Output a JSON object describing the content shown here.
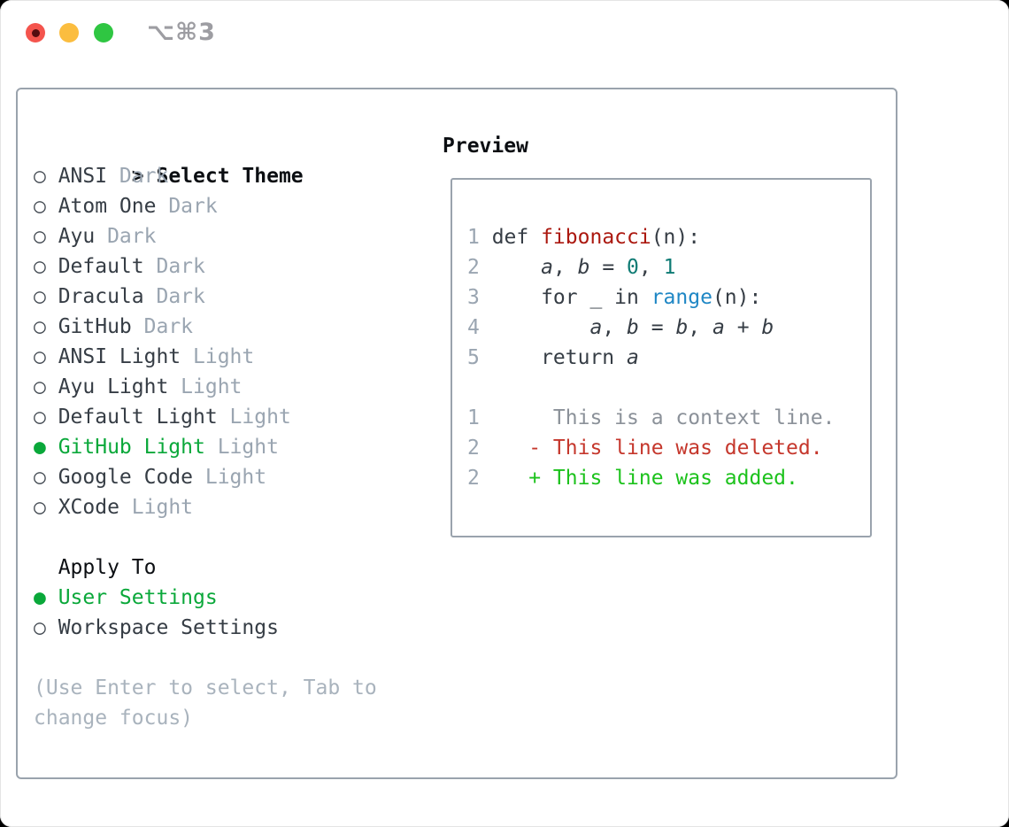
{
  "titlebar": {
    "shortcut": "⌥⌘3"
  },
  "icons": {
    "radio_selected": "●",
    "radio_unselected": "○",
    "prompt_caret": ">"
  },
  "theme_section": {
    "title": "Select Theme",
    "items": [
      {
        "label": "ANSI",
        "variant": "Dark",
        "selected": false
      },
      {
        "label": "Atom One",
        "variant": "Dark",
        "selected": false
      },
      {
        "label": "Ayu",
        "variant": "Dark",
        "selected": false
      },
      {
        "label": "Default",
        "variant": "Dark",
        "selected": false
      },
      {
        "label": "Dracula",
        "variant": "Dark",
        "selected": false
      },
      {
        "label": "GitHub",
        "variant": "Dark",
        "selected": false
      },
      {
        "label": "ANSI Light",
        "variant": "Light",
        "selected": false
      },
      {
        "label": "Ayu Light",
        "variant": "Light",
        "selected": false
      },
      {
        "label": "Default Light",
        "variant": "Light",
        "selected": false
      },
      {
        "label": "GitHub Light",
        "variant": "Light",
        "selected": true
      },
      {
        "label": "Google Code",
        "variant": "Light",
        "selected": false
      },
      {
        "label": "XCode",
        "variant": "Light",
        "selected": false
      }
    ]
  },
  "apply_section": {
    "title": "Apply To",
    "options": [
      {
        "label": "User Settings",
        "selected": true
      },
      {
        "label": "Workspace Settings",
        "selected": false
      }
    ]
  },
  "help": "(Use Enter to select, Tab to change focus)",
  "preview": {
    "title": "Preview",
    "lines": [
      {
        "n": "1",
        "segs": [
          {
            "t": "def ",
            "s": "code"
          },
          {
            "t": "fibonacci",
            "s": "func"
          },
          {
            "t": "(n):",
            "s": "code"
          }
        ]
      },
      {
        "n": "2",
        "segs": [
          {
            "t": "    ",
            "s": "code"
          },
          {
            "t": "a",
            "s": "code",
            "i": true
          },
          {
            "t": ", ",
            "s": "code"
          },
          {
            "t": "b",
            "s": "code",
            "i": true
          },
          {
            "t": " = ",
            "s": "code"
          },
          {
            "t": "0",
            "s": "num"
          },
          {
            "t": ", ",
            "s": "code"
          },
          {
            "t": "1",
            "s": "num"
          }
        ]
      },
      {
        "n": "3",
        "segs": [
          {
            "t": "    for _ in ",
            "s": "code"
          },
          {
            "t": "range",
            "s": "builtin"
          },
          {
            "t": "(n):",
            "s": "code"
          }
        ]
      },
      {
        "n": "4",
        "segs": [
          {
            "t": "        ",
            "s": "code"
          },
          {
            "t": "a",
            "s": "code",
            "i": true
          },
          {
            "t": ", ",
            "s": "code"
          },
          {
            "t": "b",
            "s": "code",
            "i": true
          },
          {
            "t": " = ",
            "s": "code"
          },
          {
            "t": "b",
            "s": "code",
            "i": true
          },
          {
            "t": ", ",
            "s": "code"
          },
          {
            "t": "a",
            "s": "code",
            "i": true
          },
          {
            "t": " + ",
            "s": "code"
          },
          {
            "t": "b",
            "s": "code",
            "i": true
          }
        ]
      },
      {
        "n": "5",
        "segs": [
          {
            "t": "    return ",
            "s": "code"
          },
          {
            "t": "a",
            "s": "code",
            "i": true
          }
        ]
      },
      {
        "n": "",
        "segs": []
      },
      {
        "n": "1",
        "segs": [
          {
            "t": "     This is a context line.",
            "s": "context"
          }
        ]
      },
      {
        "n": "2",
        "segs": [
          {
            "t": "   - This line was deleted.",
            "s": "removed"
          }
        ]
      },
      {
        "n": "2",
        "segs": [
          {
            "t": "   + This line was added.",
            "s": "added"
          }
        ]
      }
    ]
  },
  "colors": {
    "accent_green": "#0aa83a",
    "diff_added": "#1cc21c",
    "diff_removed": "#c5372c",
    "function_red": "#ab180f",
    "builtin_blue": "#1f87c5",
    "number_teal": "#0e7b74",
    "muted_gray": "#9aa5b1",
    "text_dark": "#363d45",
    "help_gray": "#a9b3bd",
    "context_gray": "#8b9199",
    "border_gray": "#9aa3ad",
    "title_black": "#0b0e12",
    "traffic_red": "#f4544d",
    "traffic_yellow": "#fbbd3f",
    "traffic_green": "#2fc642",
    "shortcut_gray": "#9d9da2"
  }
}
